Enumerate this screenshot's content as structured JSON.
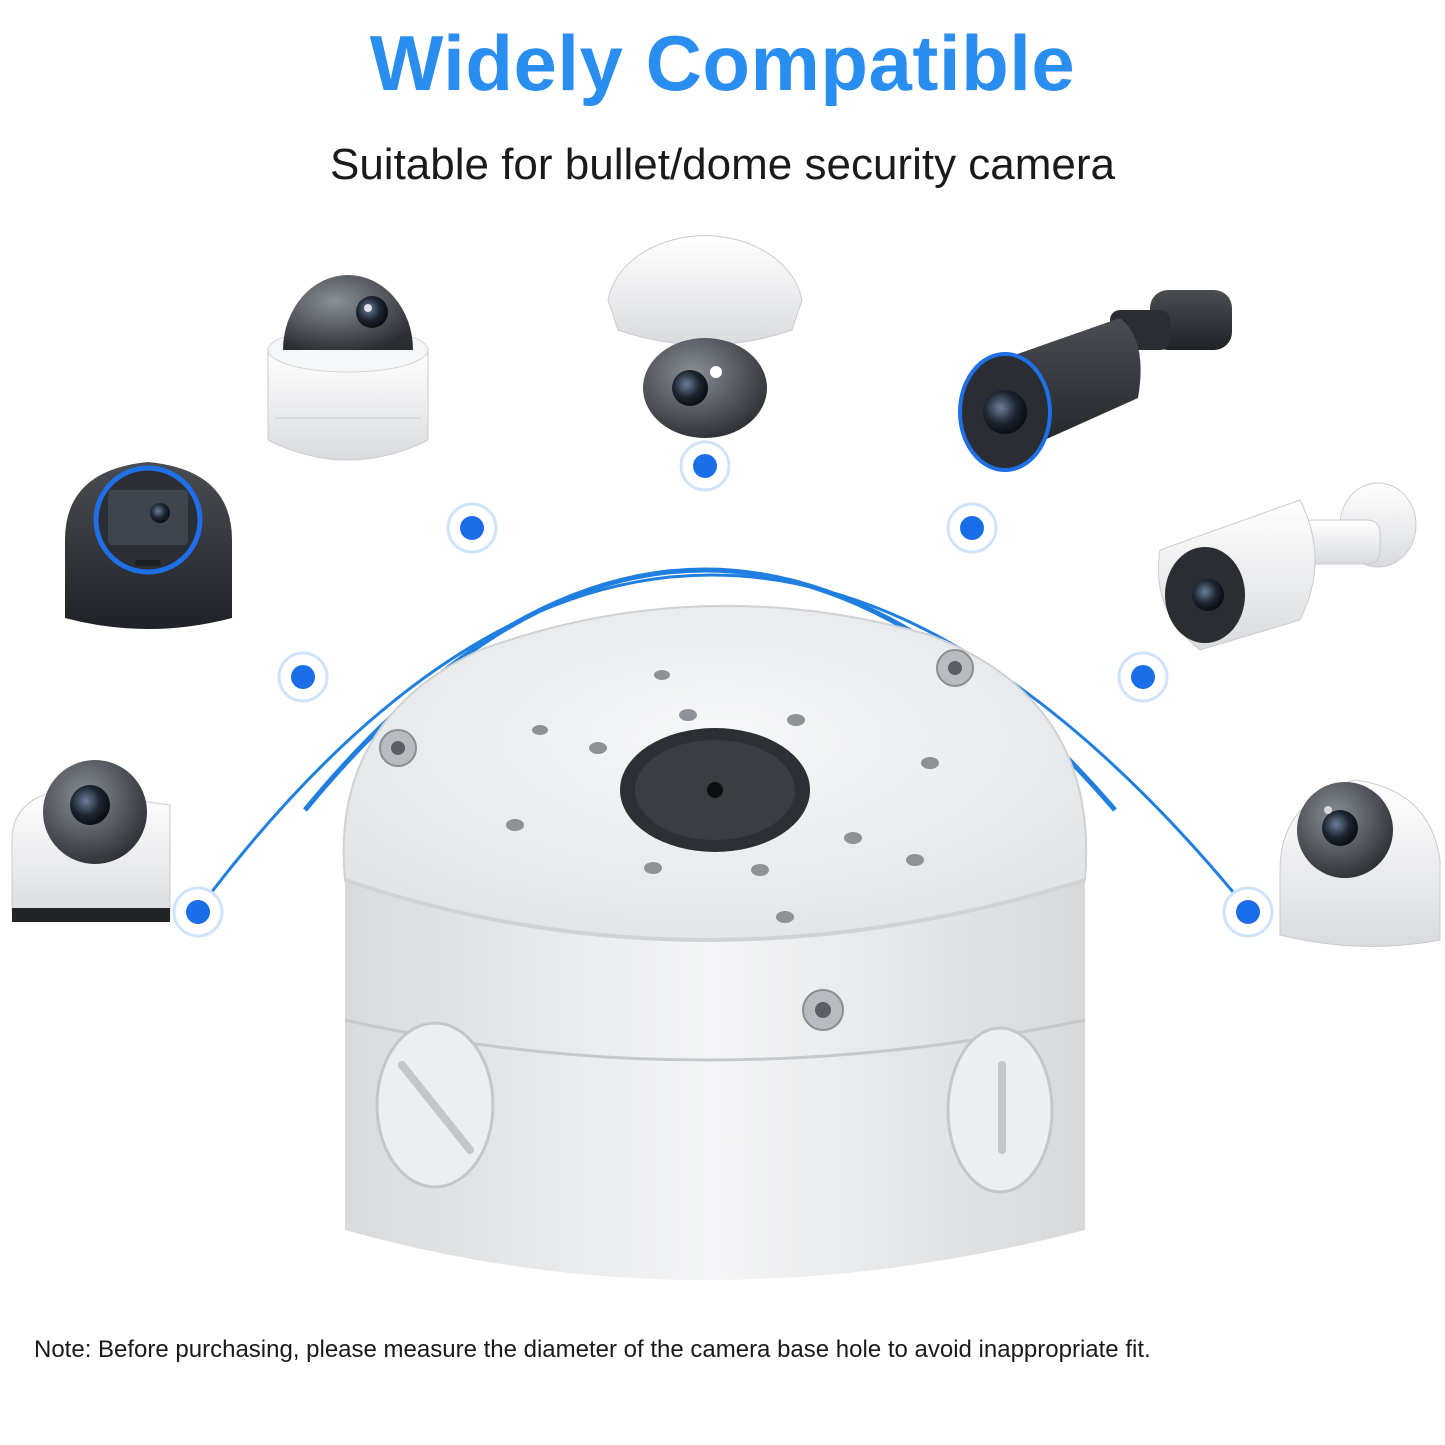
{
  "header": {
    "title": "Widely Compatible",
    "subtitle": "Suitable for bullet/dome security camera"
  },
  "footer": {
    "note": "Note: Before purchasing, please measure the diameter of the camera base hole to avoid inappropriate fit."
  },
  "colors": {
    "accent": "#2a8df0",
    "arc": "#1f7fe0",
    "node": "#1a6fe8",
    "product": "#f1f2f3"
  },
  "icons": {
    "cameras": [
      "dome-camera-icon",
      "bullet-camera-icon",
      "turret-camera-icon"
    ],
    "product": "junction-box-icon"
  }
}
